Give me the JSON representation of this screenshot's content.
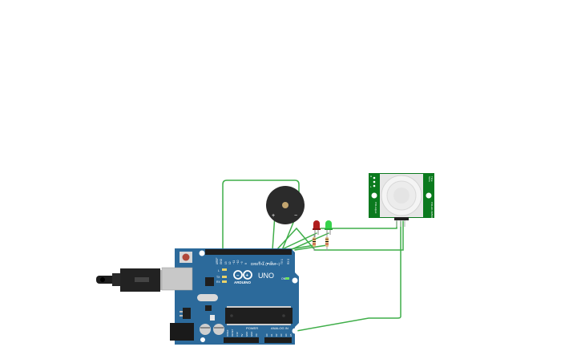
{
  "arduino": {
    "brand": "ARDUINO",
    "model": "UNO",
    "digital_label": "DIGITAL (PWM ~)",
    "power_label": "POWER",
    "analog_label": "ANALOG IN",
    "aref_label": "AREF",
    "gnd_label": "GND",
    "tx_label": "TX",
    "rx_label": "RX",
    "l_label": "L",
    "on_label": "ON",
    "digital_pins": [
      "13",
      "12",
      "~11",
      "~10",
      "~9",
      "8",
      "7",
      "~6",
      "~5",
      "4",
      "~3",
      "2",
      "TX 1",
      "RX 0"
    ],
    "power_pins": [
      "IOREF",
      "RESET",
      "3.3V",
      "5V",
      "GND",
      "GND",
      "Vin"
    ],
    "analog_pins": [
      "A0",
      "A1",
      "A2",
      "A3",
      "A4",
      "A5"
    ]
  },
  "pir": {
    "left_labels": [
      "H",
      "L"
    ],
    "right_labels": [
      "Time",
      "Sens"
    ],
    "bottom_left": "PIR-Adjust",
    "bottom_right": "PIR-HC-SR501"
  },
  "buzzer": {
    "plus": "+",
    "minus": "−"
  },
  "colors": {
    "board": "#2c6a9b",
    "wire": "#3fae49",
    "led_red": "#b01c1c",
    "led_green": "#35d24a",
    "pcb_green": "#0b7a1e",
    "buzzer": "#2b2b2b"
  }
}
